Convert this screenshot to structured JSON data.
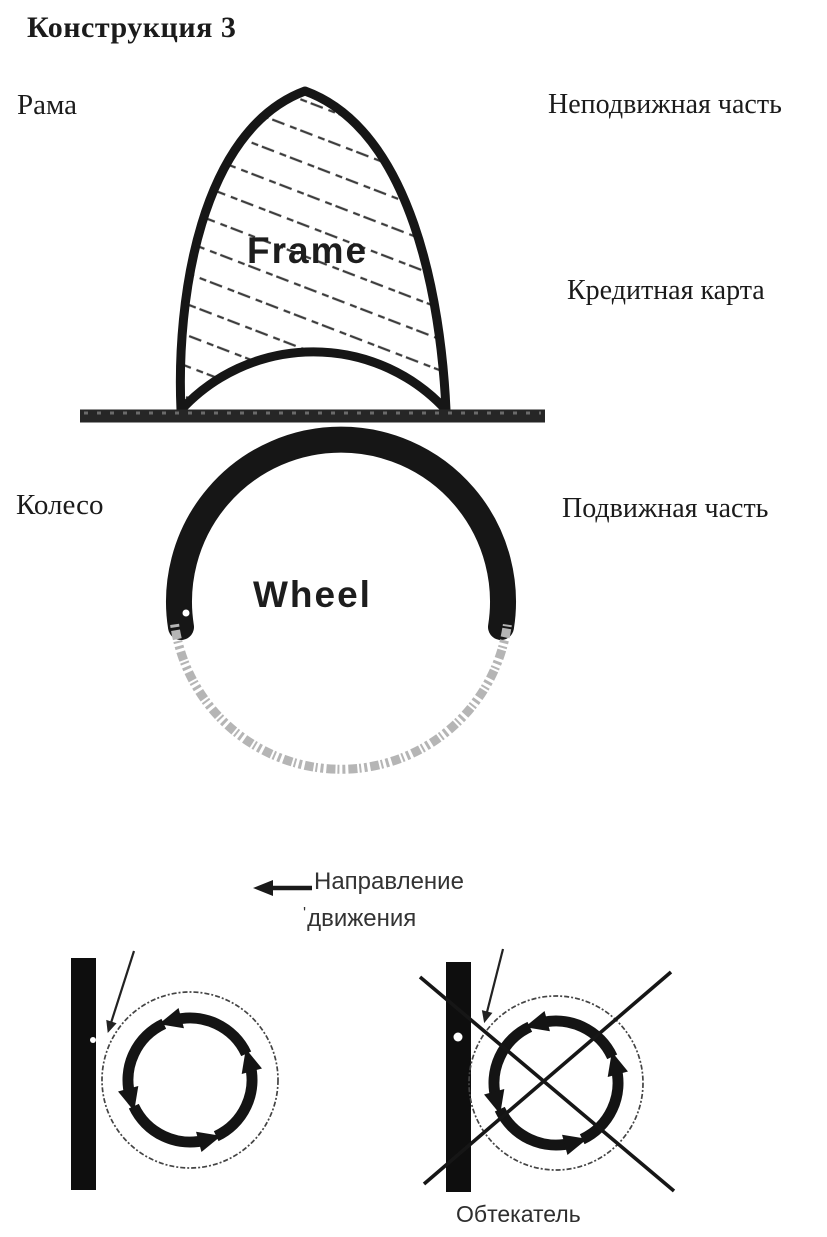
{
  "title": "Конструкция 3",
  "construction": {
    "frame_ru": "Рама",
    "frame_en": "Frame",
    "fixed_part": "Неподвижная часть",
    "credit_card": "Кредитная карта",
    "wheel_ru": "Колесо",
    "wheel_en": "Wheel",
    "moving_part": "Подвижная часть"
  },
  "motion": {
    "direction_line1": "Направление",
    "direction_line2": "движения",
    "tick_mark": "'",
    "fairing": "Обтекатель"
  },
  "colors": {
    "ink": "#1b1b1b",
    "faint_wheel_arc": "#b5b5b5",
    "hatch_line": "#3d3d3d"
  }
}
